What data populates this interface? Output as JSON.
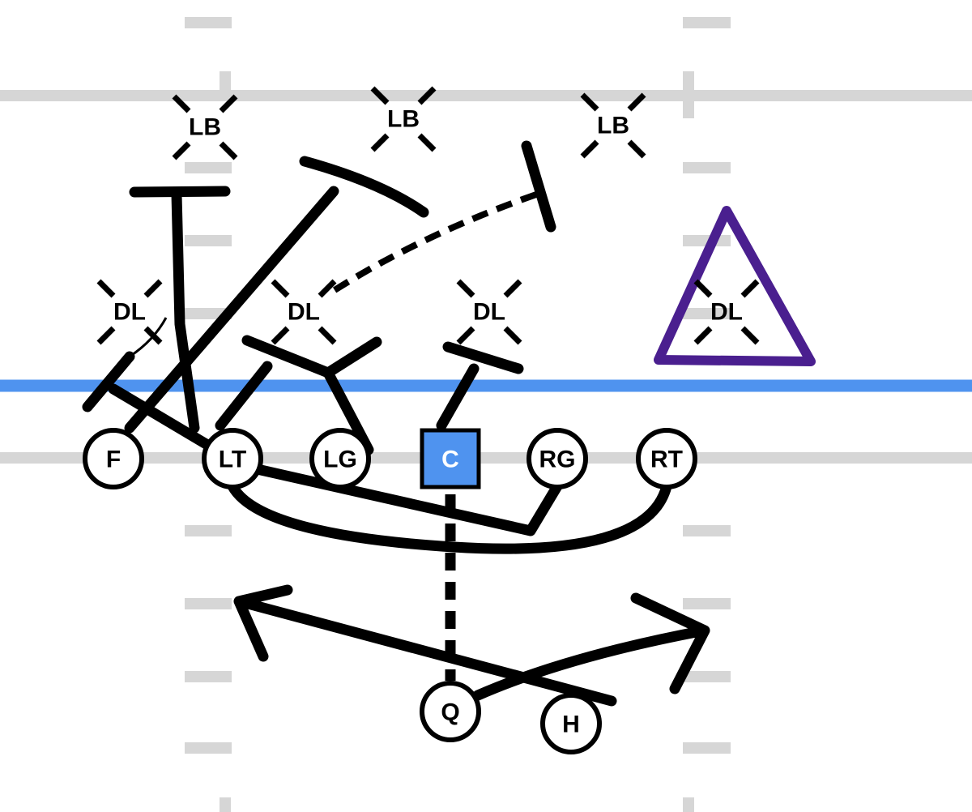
{
  "play": {
    "offense": [
      {
        "id": "F",
        "label": "F"
      },
      {
        "id": "LT",
        "label": "LT"
      },
      {
        "id": "LG",
        "label": "LG"
      },
      {
        "id": "C",
        "label": "C"
      },
      {
        "id": "RG",
        "label": "RG"
      },
      {
        "id": "RT",
        "label": "RT"
      },
      {
        "id": "Q",
        "label": "Q"
      },
      {
        "id": "H",
        "label": "H"
      }
    ],
    "defense": [
      {
        "label": "LB"
      },
      {
        "label": "LB"
      },
      {
        "label": "LB"
      },
      {
        "label": "DL"
      },
      {
        "label": "DL"
      },
      {
        "label": "DL"
      },
      {
        "label": "DL"
      }
    ]
  },
  "colors": {
    "line_of_scrimmage": "#4f93ef",
    "center": "#4f93ef",
    "highlight_triangle": "#4a1f8f",
    "field": "#d6d6d6"
  }
}
